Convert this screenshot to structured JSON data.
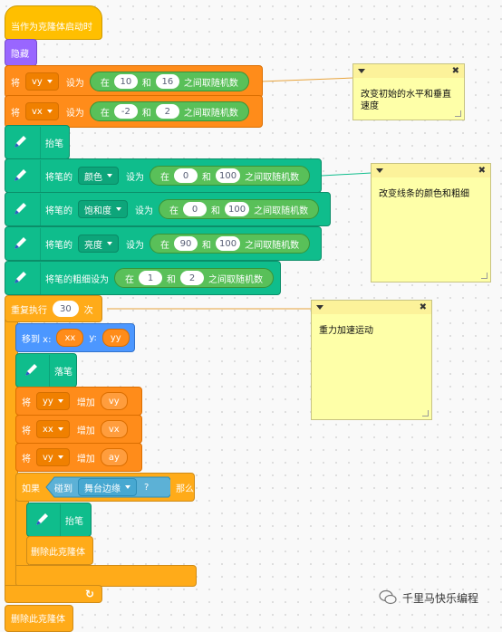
{
  "colors": {
    "events": "#ffbf00",
    "looks": "#9966ff",
    "variables": "#ff8c1a",
    "pen": "#0fbd8c",
    "motion": "#4c97ff",
    "control": "#ffab19",
    "sensing": "#5cb1d6",
    "operators": "#59c059",
    "note": "#feffa8"
  },
  "hat": {
    "label": "当作为克隆体启动时"
  },
  "hide": {
    "label": "隐藏"
  },
  "set_vy": {
    "prefix": "将",
    "var": "vy",
    "mid": "设为",
    "op_in": "在",
    "a": "10",
    "and": "和",
    "b": "16",
    "op_tail": "之间取随机数"
  },
  "set_vx": {
    "prefix": "将",
    "var": "vx",
    "mid": "设为",
    "op_in": "在",
    "a": "-2",
    "and": "和",
    "b": "2",
    "op_tail": "之间取随机数"
  },
  "pen_up1": {
    "label": "抬笔"
  },
  "pen_color": {
    "prefix": "将笔的",
    "param": "颜色",
    "mid": "设为",
    "op_in": "在",
    "a": "0",
    "and": "和",
    "b": "100",
    "op_tail": "之间取随机数"
  },
  "pen_sat": {
    "prefix": "将笔的",
    "param": "饱和度",
    "mid": "设为",
    "op_in": "在",
    "a": "0",
    "and": "和",
    "b": "100",
    "op_tail": "之间取随机数"
  },
  "pen_bri": {
    "prefix": "将笔的",
    "param": "亮度",
    "mid": "设为",
    "op_in": "在",
    "a": "90",
    "and": "和",
    "b": "100",
    "op_tail": "之间取随机数"
  },
  "pen_size": {
    "prefix": "将笔的粗细设为",
    "op_in": "在",
    "a": "1",
    "and": "和",
    "b": "2",
    "op_tail": "之间取随机数"
  },
  "repeat": {
    "prefix": "重复执行",
    "count": "30",
    "suffix": "次"
  },
  "goto": {
    "prefix": "移到 x:",
    "x": "xx",
    "ylabel": "y:",
    "y": "yy"
  },
  "pen_down": {
    "label": "落笔"
  },
  "change_yy": {
    "prefix": "将",
    "var": "yy",
    "mid": "增加",
    "val": "vy"
  },
  "change_xx": {
    "prefix": "将",
    "var": "xx",
    "mid": "增加",
    "val": "vx"
  },
  "change_vy": {
    "prefix": "将",
    "var": "vy",
    "mid": "增加",
    "val": "ay"
  },
  "if": {
    "prefix": "如果",
    "touch": "碰到",
    "target": "舞台边缘",
    "q": "?",
    "then": "那么"
  },
  "pen_up2": {
    "label": "抬笔"
  },
  "delete1": {
    "label": "删除此克隆体"
  },
  "delete2": {
    "label": "删除此克隆体"
  },
  "notes": [
    {
      "text": "改变初始的水平和垂直速度"
    },
    {
      "text": "改变线条的颜色和粗细"
    },
    {
      "text": "重力加速运动"
    }
  ],
  "watermark": {
    "text": "千里马快乐编程"
  }
}
